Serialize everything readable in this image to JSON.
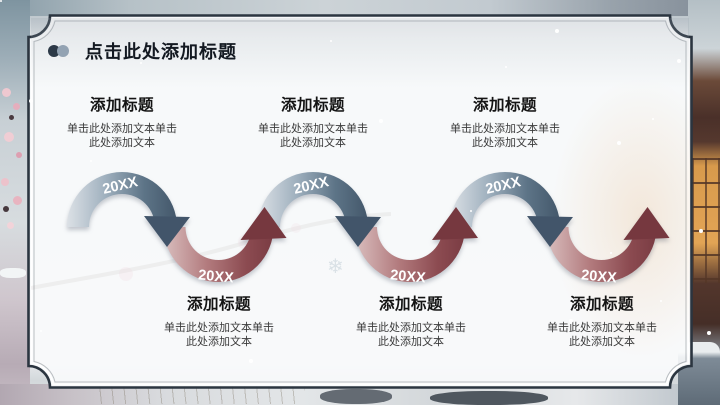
{
  "slide": {
    "title": "点击此处添加标题"
  },
  "timeline": {
    "items": [
      {
        "year": "20XX",
        "heading": "添加标题",
        "body": "单击此处添加文本单击此处添加文本",
        "position": "top",
        "color": "#43576a"
      },
      {
        "year": "20XX",
        "heading": "添加标题",
        "body": "单击此处添加文本单击此处添加文本",
        "position": "bottom",
        "color": "#7a3c43"
      },
      {
        "year": "20XX",
        "heading": "添加标题",
        "body": "单击此处添加文本单击此处添加文本",
        "position": "top",
        "color": "#43576a"
      },
      {
        "year": "20XX",
        "heading": "添加标题",
        "body": "单击此处添加文本单击此处添加文本",
        "position": "bottom",
        "color": "#7a3c43"
      },
      {
        "year": "20XX",
        "heading": "添加标题",
        "body": "单击此处添加文本单击此处添加文本",
        "position": "top",
        "color": "#43576a"
      },
      {
        "year": "20XX",
        "heading": "添加标题",
        "body": "单击此处添加文本单击此处添加文本",
        "position": "bottom",
        "color": "#7a3c43"
      }
    ]
  },
  "colors": {
    "frame_border": "#2b3540",
    "arc_blue_dark": "#44586c",
    "arc_blue_light": "#d9dfe4",
    "arc_red_dark": "#7a3c43",
    "arc_red_light": "#d9bebe",
    "title_text": "#131921",
    "body_text": "#3a3a3a"
  },
  "icons": {
    "snowflake": "❄"
  }
}
